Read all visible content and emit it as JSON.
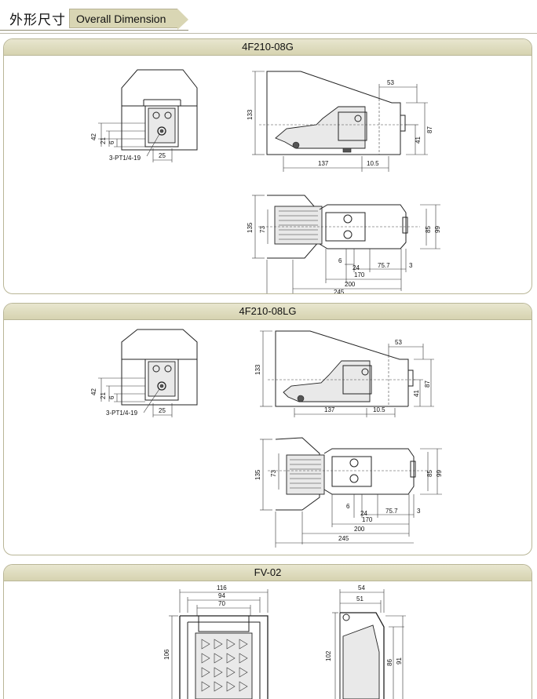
{
  "header": {
    "title_cn": "外形尺寸",
    "title_en": "Overall Dimension"
  },
  "colors": {
    "panel_border": "#b9b697",
    "title_bar": "#d9d6b4",
    "line": "#222222"
  },
  "panels": [
    {
      "title": "4F210-08G",
      "front": {
        "d42": "42",
        "d21": "21",
        "d6": "6",
        "d25": "25",
        "port": "3-PT1/4-19"
      },
      "side": {
        "d133": "133",
        "d53": "53",
        "d87": "87",
        "d41": "41",
        "d137": "137",
        "d10_5": "10.5"
      },
      "top": {
        "d135": "135",
        "d73": "73",
        "d85": "85",
        "d99": "99",
        "d6": "6",
        "d24": "24",
        "d75_7": "75.7",
        "d3": "3",
        "d170": "170",
        "d200": "200",
        "d245": "245"
      }
    },
    {
      "title": "4F210-08LG",
      "front": {
        "d42": "42",
        "d21": "21",
        "d6": "6",
        "d25": "25",
        "port": "3-PT1/4-19"
      },
      "side": {
        "d133": "133",
        "d53": "53",
        "d87": "87",
        "d41": "41",
        "d137": "137",
        "d10_5": "10.5"
      },
      "top": {
        "d135": "135",
        "d73": "73",
        "d85": "85",
        "d99": "99",
        "d6": "6",
        "d24": "24",
        "d75_7": "75.7",
        "d3": "3",
        "d170": "170",
        "d200": "200",
        "d245": "245"
      }
    },
    {
      "title": "FV-02",
      "front": {
        "d116": "116",
        "d94": "94",
        "d70": "70",
        "d106": "106"
      },
      "side": {
        "d54": "54",
        "d51": "51",
        "d102": "102",
        "d86": "86",
        "d91": "91"
      }
    }
  ]
}
